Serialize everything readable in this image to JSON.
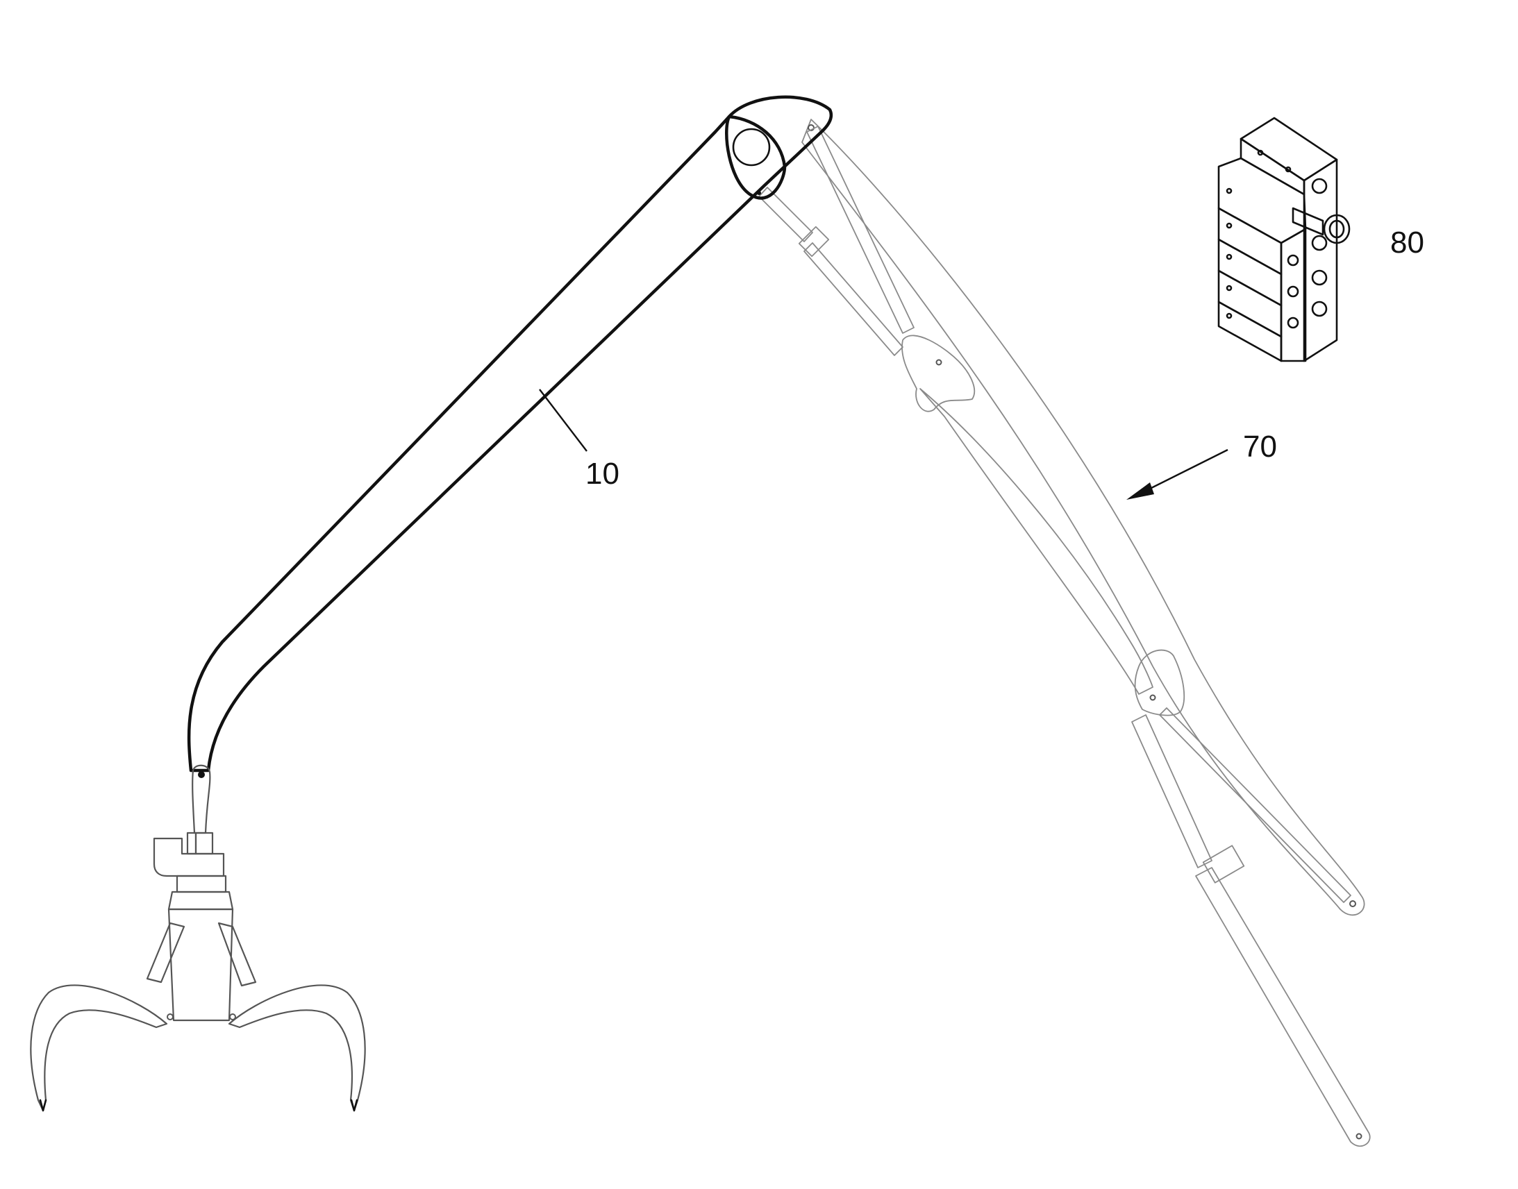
{
  "figure": {
    "reference_numerals": {
      "boom": "10",
      "crane_assembly": "70",
      "valve_block": "80"
    },
    "colors": {
      "bold_outline": "#111111",
      "light_outline": "#8a8a8a",
      "background": "#ffffff"
    }
  }
}
